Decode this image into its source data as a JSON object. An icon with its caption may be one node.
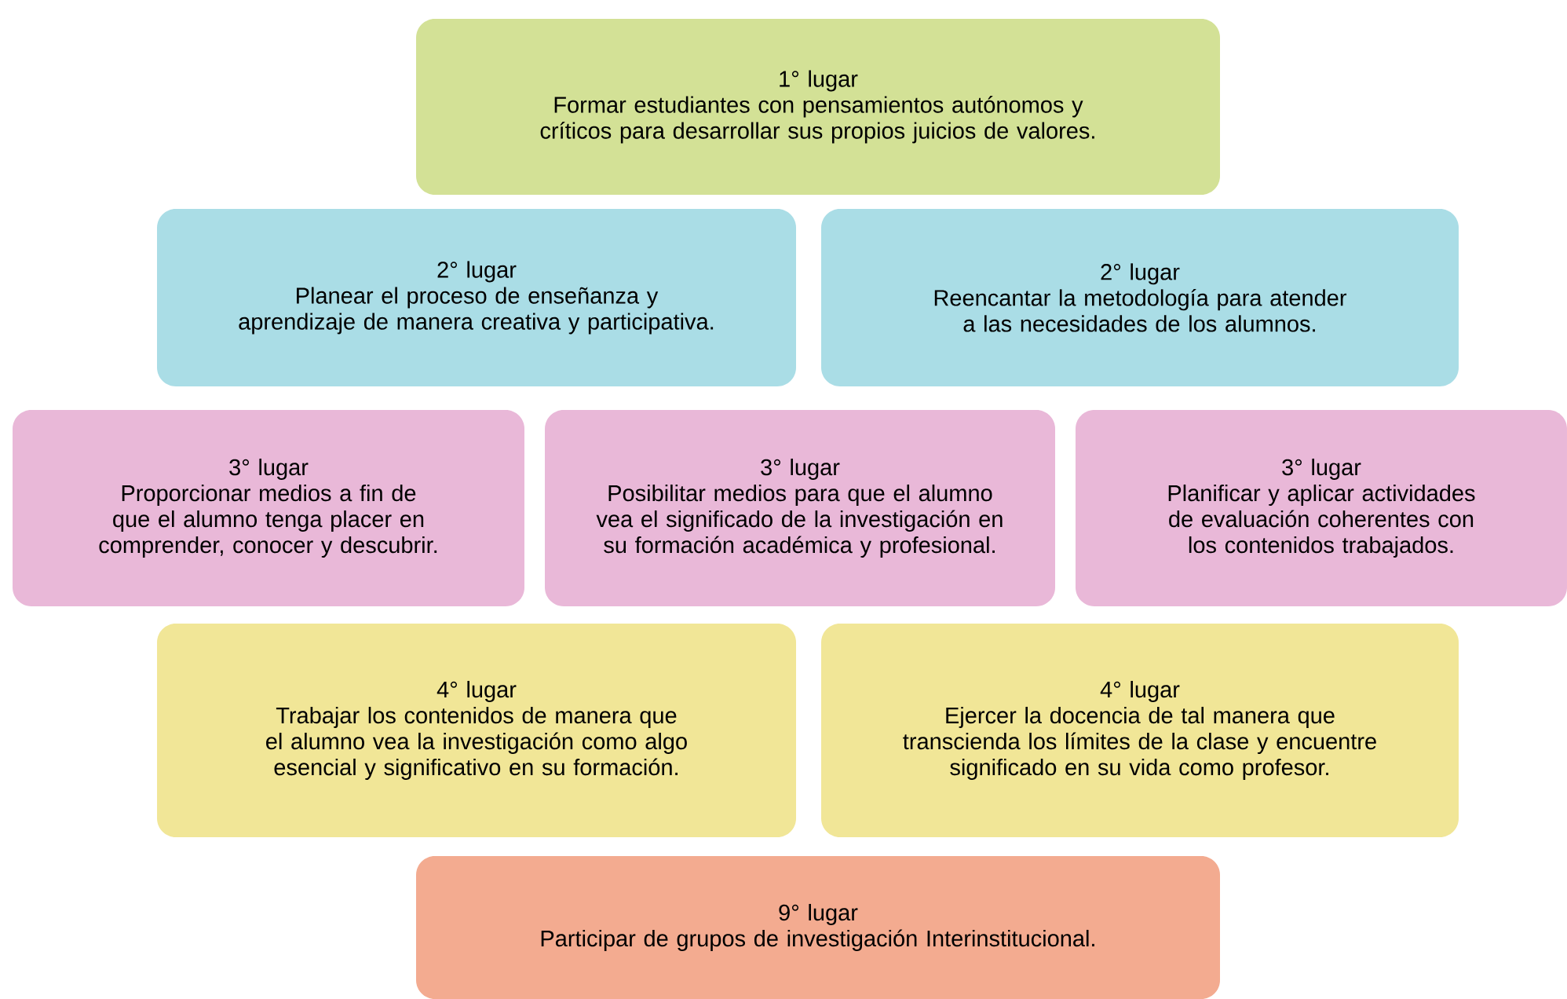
{
  "diagram": {
    "nodes": [
      {
        "text": [
          "1° lugar",
          "Formar estudiantes con pensamientos autónomos y críticos para desarrollar sus propios juicios de valores."
        ]
      },
      {
        "text": [
          "2° lugar",
          "Planear el proceso de enseñanza y aprendizaje de manera creativa y participativa."
        ]
      },
      {
        "text": [
          "2° lugar",
          "Reencantar la metodología para atender a las necesidades de los alumnos."
        ]
      },
      {
        "text": [
          "3° lugar",
          "Proporcionar medios a fin de que el alumno tenga placer en comprender, conocer y descubrir."
        ]
      },
      {
        "text": [
          "3° lugar",
          "Posibilitar medios para que el alumno vea el significado de la investigación en su formación académica y profesional."
        ]
      },
      {
        "text": [
          "3° lugar",
          "Planificar y aplicar actividades de evaluación coherentes con los contenidos trabajados."
        ]
      },
      {
        "text": [
          "4° lugar",
          "Trabajar los contenidos de manera que el alumno vea la investigación como algo esencial y significativo en su formación."
        ]
      },
      {
        "text": [
          "4° lugar",
          "Ejercer la docencia de tal manera que transcienda los límites de la clase y encuentre significado en su vida como profesor."
        ]
      },
      {
        "text": [
          "9° lugar",
          "Participar de grupos de investigación Interinstitucional."
        ]
      }
    ]
  }
}
